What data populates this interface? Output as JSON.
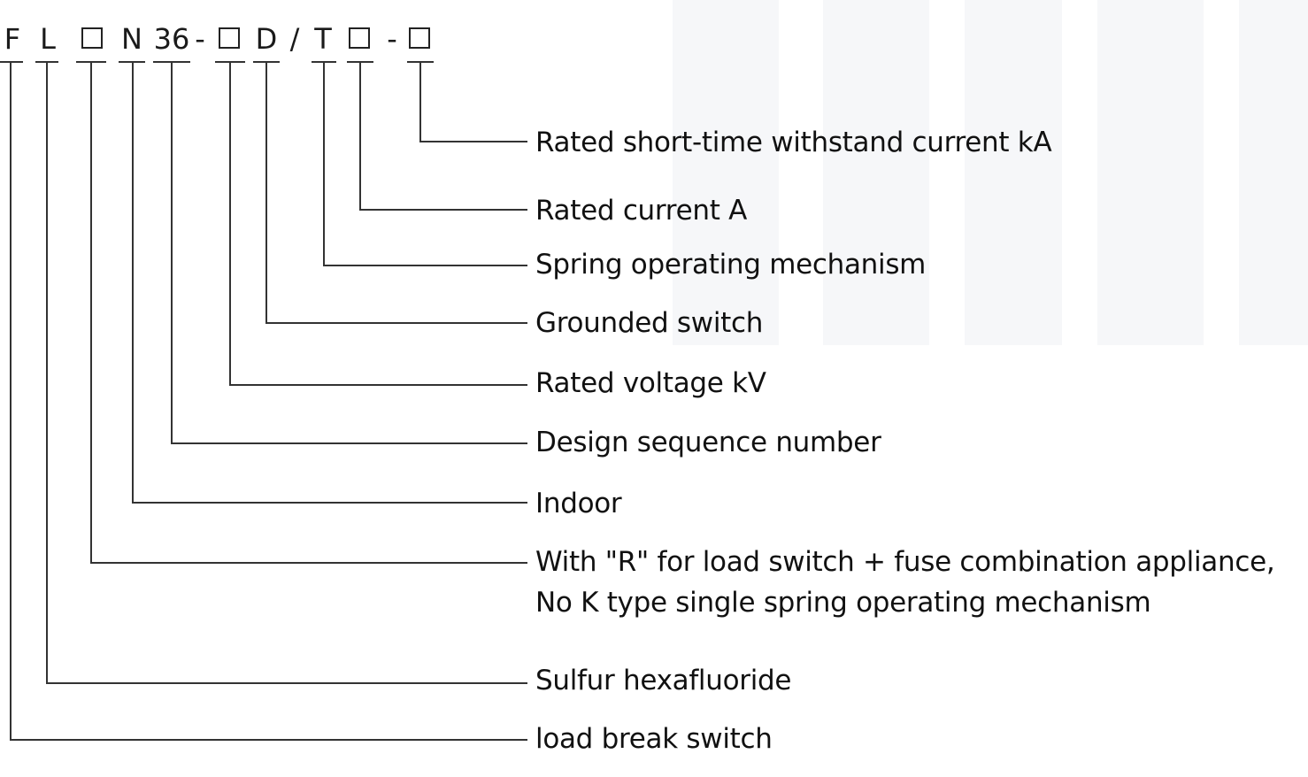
{
  "model_code": {
    "chars": {
      "F": "F",
      "L": "L",
      "N": "N",
      "n36": "36",
      "dash1": "-",
      "D": "D",
      "slash": "/",
      "T": "T",
      "dash2": "-"
    }
  },
  "labels": {
    "short_time_current": "Rated short-time withstand current kA",
    "rated_current": "Rated current A",
    "spring_mechanism": "Spring operating mechanism",
    "grounded_switch": "Grounded switch",
    "rated_voltage": "Rated voltage kV",
    "design_sequence": "Design sequence number",
    "indoor": "Indoor",
    "with_r_line1": "With \"R\" for load switch + fuse combination appliance,",
    "with_r_line2": "No K type single spring operating mechanism",
    "sulfur": "Sulfur hexafluoride",
    "load_break": "load break switch"
  },
  "colors": {
    "text": "#111111",
    "line": "#333333",
    "watermark": "#f7f8fa"
  }
}
